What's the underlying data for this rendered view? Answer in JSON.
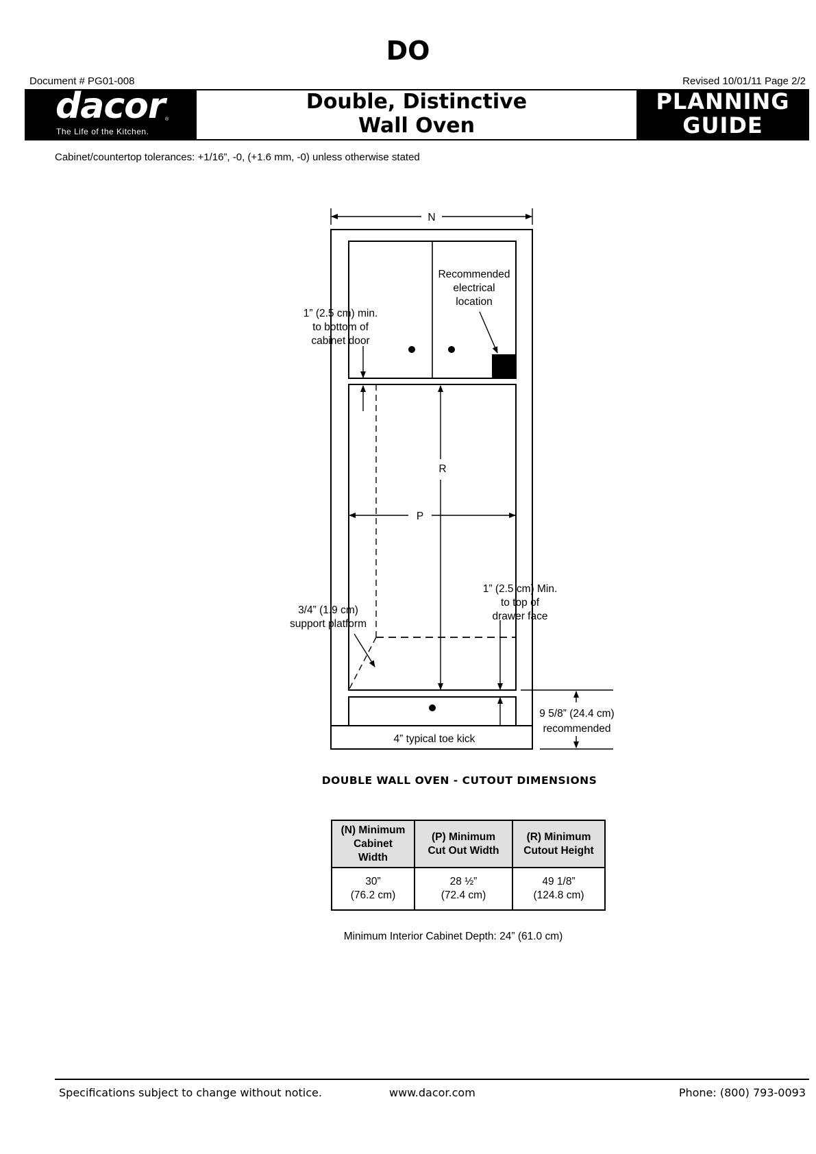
{
  "header": {
    "code": "DO",
    "document_number": "Document # PG01-008",
    "revised": "Revised 10/01/11   Page 2/2",
    "logo_word": "dacor",
    "logo_tagline": "The Life of the Kitchen.",
    "title_line1": "Double, Distinctive",
    "title_line2": "Wall Oven",
    "guide_line1": "PLANNING",
    "guide_line2": "GUIDE"
  },
  "tolerances": "Cabinet/countertop tolerances: +1/16”, -0,  (+1.6 mm, -0) unless otherwise stated",
  "diagram": {
    "label_n": "N",
    "label_r": "R",
    "label_p": "P",
    "electrical": [
      "Recommended",
      "electrical",
      "location"
    ],
    "cabinet_door": [
      "1” (2.5 cm) min.",
      "to bottom of",
      "cabinet door"
    ],
    "drawer_face": [
      "1” (2.5 cm) Min.",
      "to top of",
      "drawer face"
    ],
    "support_platform": [
      "3/4” (1.9 cm)",
      "support platform"
    ],
    "height_rec": [
      "9 5/8” (24.4 cm)",
      "recommended"
    ],
    "toe_kick": "4” typical toe kick"
  },
  "caption": "DOUBLE WALL OVEN - CUTOUT DIMENSIONS",
  "table": {
    "headers": [
      [
        "(N) Minimum",
        "Cabinet",
        "Width"
      ],
      [
        "(P) Minimum",
        "Cut Out Width"
      ],
      [
        "(R) Minimum",
        "Cutout Height"
      ]
    ],
    "values": [
      [
        "30”",
        "(76.2 cm)"
      ],
      [
        "28 ½”",
        "(72.4 cm)"
      ],
      [
        "49 1/8”",
        "(124.8 cm)"
      ]
    ]
  },
  "depth_note": "Minimum Interior Cabinet Depth: 24” (61.0 cm)",
  "footer": {
    "left": "Specifications subject to change without notice.",
    "center": "www.dacor.com",
    "right": "Phone: (800) 793-0093"
  }
}
